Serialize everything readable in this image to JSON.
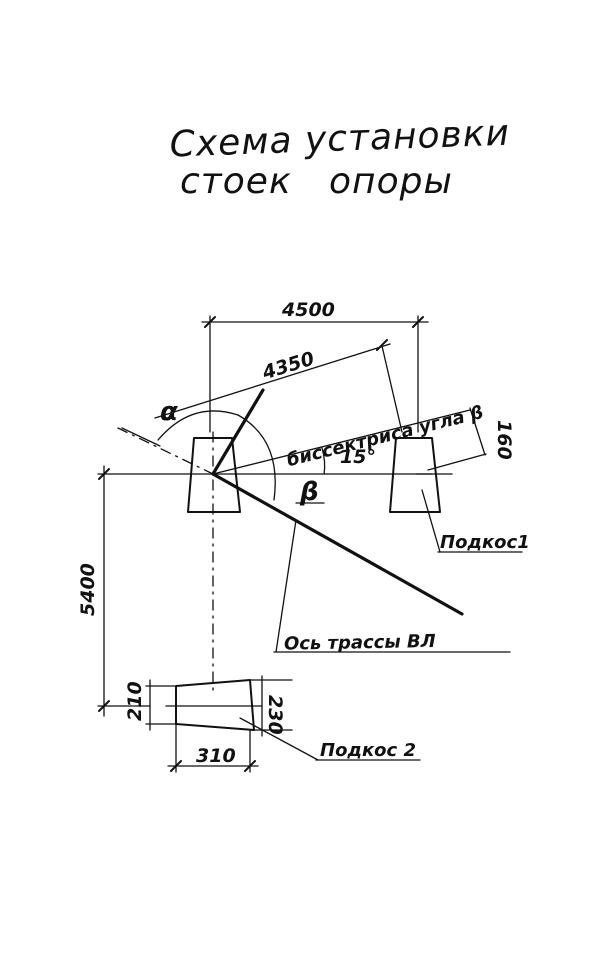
{
  "title": {
    "line1": "Схема установки",
    "line2": "стоек   опоры"
  },
  "dimensions": {
    "width_top": "4500",
    "diagonal": "4350",
    "offset": "160",
    "vertical": "5400",
    "brace_left": "210",
    "brace_right": "230",
    "brace_length": "310"
  },
  "angles": {
    "alpha": "α",
    "beta": "β",
    "fifteen": "15°"
  },
  "labels": {
    "bisector": "биссектриса угла β",
    "brace1": "Подкос1",
    "route_axis": "Ось трассы ВЛ",
    "brace2": "Подкос 2"
  }
}
